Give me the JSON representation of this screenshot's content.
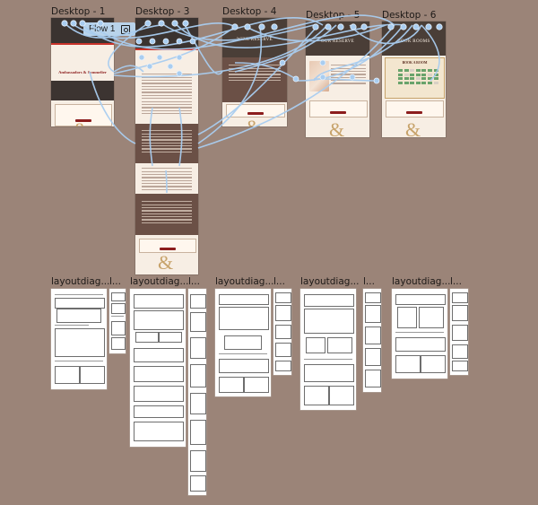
{
  "canvas": {
    "background": "#9b8478"
  },
  "flow": {
    "label": "Flow 1",
    "icon": "flow-link-icon",
    "color": "#b9d3ea"
  },
  "frames": {
    "desktop1": {
      "label": "Desktop - 1",
      "hero_title": "Ambassadors & Sommelier"
    },
    "desktop3": {
      "label": "Desktop - 3"
    },
    "desktop4": {
      "label": "Desktop - 4",
      "hero_title": "WINE RESERVE"
    },
    "desktop5": {
      "label": "Desktop - 5",
      "hero_title": "OUR RESERVE"
    },
    "desktop6": {
      "label": "Desktop - 6",
      "hero_title": "BOOK ROOMS",
      "section_title": "BOOK A ROOM"
    }
  },
  "wireframes": {
    "w1": {
      "label": "layoutdiag..."
    },
    "w1s": {
      "label": "l..."
    },
    "w2": {
      "label": "layoutdiag..."
    },
    "w2s": {
      "label": "l..."
    },
    "w3": {
      "label": "layoutdiag..."
    },
    "w3s": {
      "label": "l..."
    },
    "w4": {
      "label": "layoutdiag..."
    },
    "w4s": {
      "label": "l..."
    },
    "w5": {
      "label": "layoutdiag..."
    },
    "w5s": {
      "label": "l..."
    }
  },
  "colors": {
    "accent_red": "#c8332a",
    "dark_red": "#8c1d1d",
    "brown": "#6b5046",
    "cream": "#f7eee4",
    "gold": "#c7a36b",
    "connector": "#a9cdf0"
  }
}
